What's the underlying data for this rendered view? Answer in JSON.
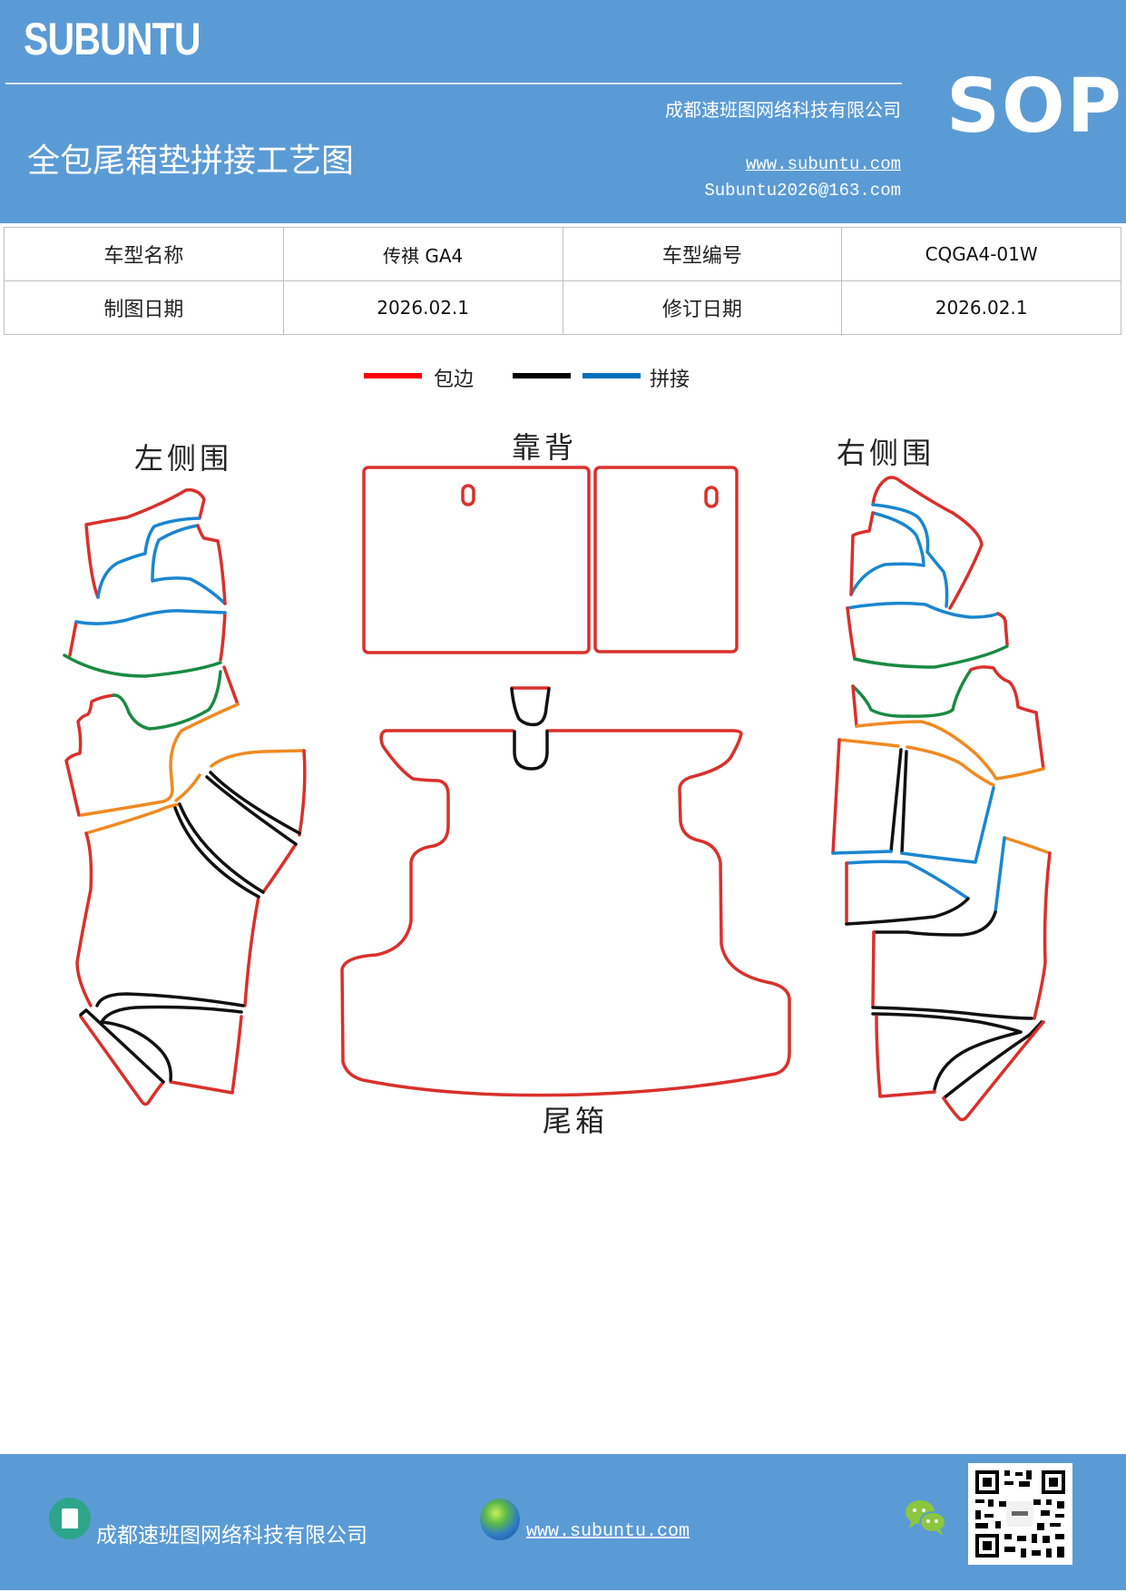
{
  "header": {
    "brand": "SUBUNTU",
    "company": "成都速班图网络科技有限公司",
    "title": "全包尾箱垫拼接工艺图",
    "website": "www.subuntu.com",
    "email": "Subuntu2026@163.com",
    "badge": "SOP",
    "color": "#5b9bd5"
  },
  "info_table": {
    "rows": [
      [
        {
          "label": "车型名称"
        },
        {
          "value": "传祺 GA4"
        },
        {
          "label": "车型编号"
        },
        {
          "value": "CQGA4-01W"
        }
      ],
      [
        {
          "label": "制图日期"
        },
        {
          "value": "2026.02.1"
        },
        {
          "label": "修订日期"
        },
        {
          "value": "2026.02.1"
        }
      ]
    ]
  },
  "legend": {
    "items": [
      {
        "color": "#ff0000",
        "label": "包边"
      },
      {
        "color": "#000000",
        "label": ""
      },
      {
        "color": "#0070c0",
        "label": "拼接"
      }
    ]
  },
  "diagram": {
    "left_label": "左侧围",
    "back_label": "靠背",
    "right_label": "右侧围",
    "trunk_label": "尾箱",
    "colors": {
      "edge": "#d9302c",
      "seam_black": "#111111",
      "seam_blue": "#1a86d0",
      "seam_green": "#1a8a43",
      "seam_orange": "#ef8a23"
    }
  },
  "footer": {
    "company": "成都速班图网络科技有限公司",
    "website": "www.subuntu.com",
    "icons": [
      "building-icon",
      "globe-icon",
      "wechat-icon",
      "qr-code"
    ]
  }
}
